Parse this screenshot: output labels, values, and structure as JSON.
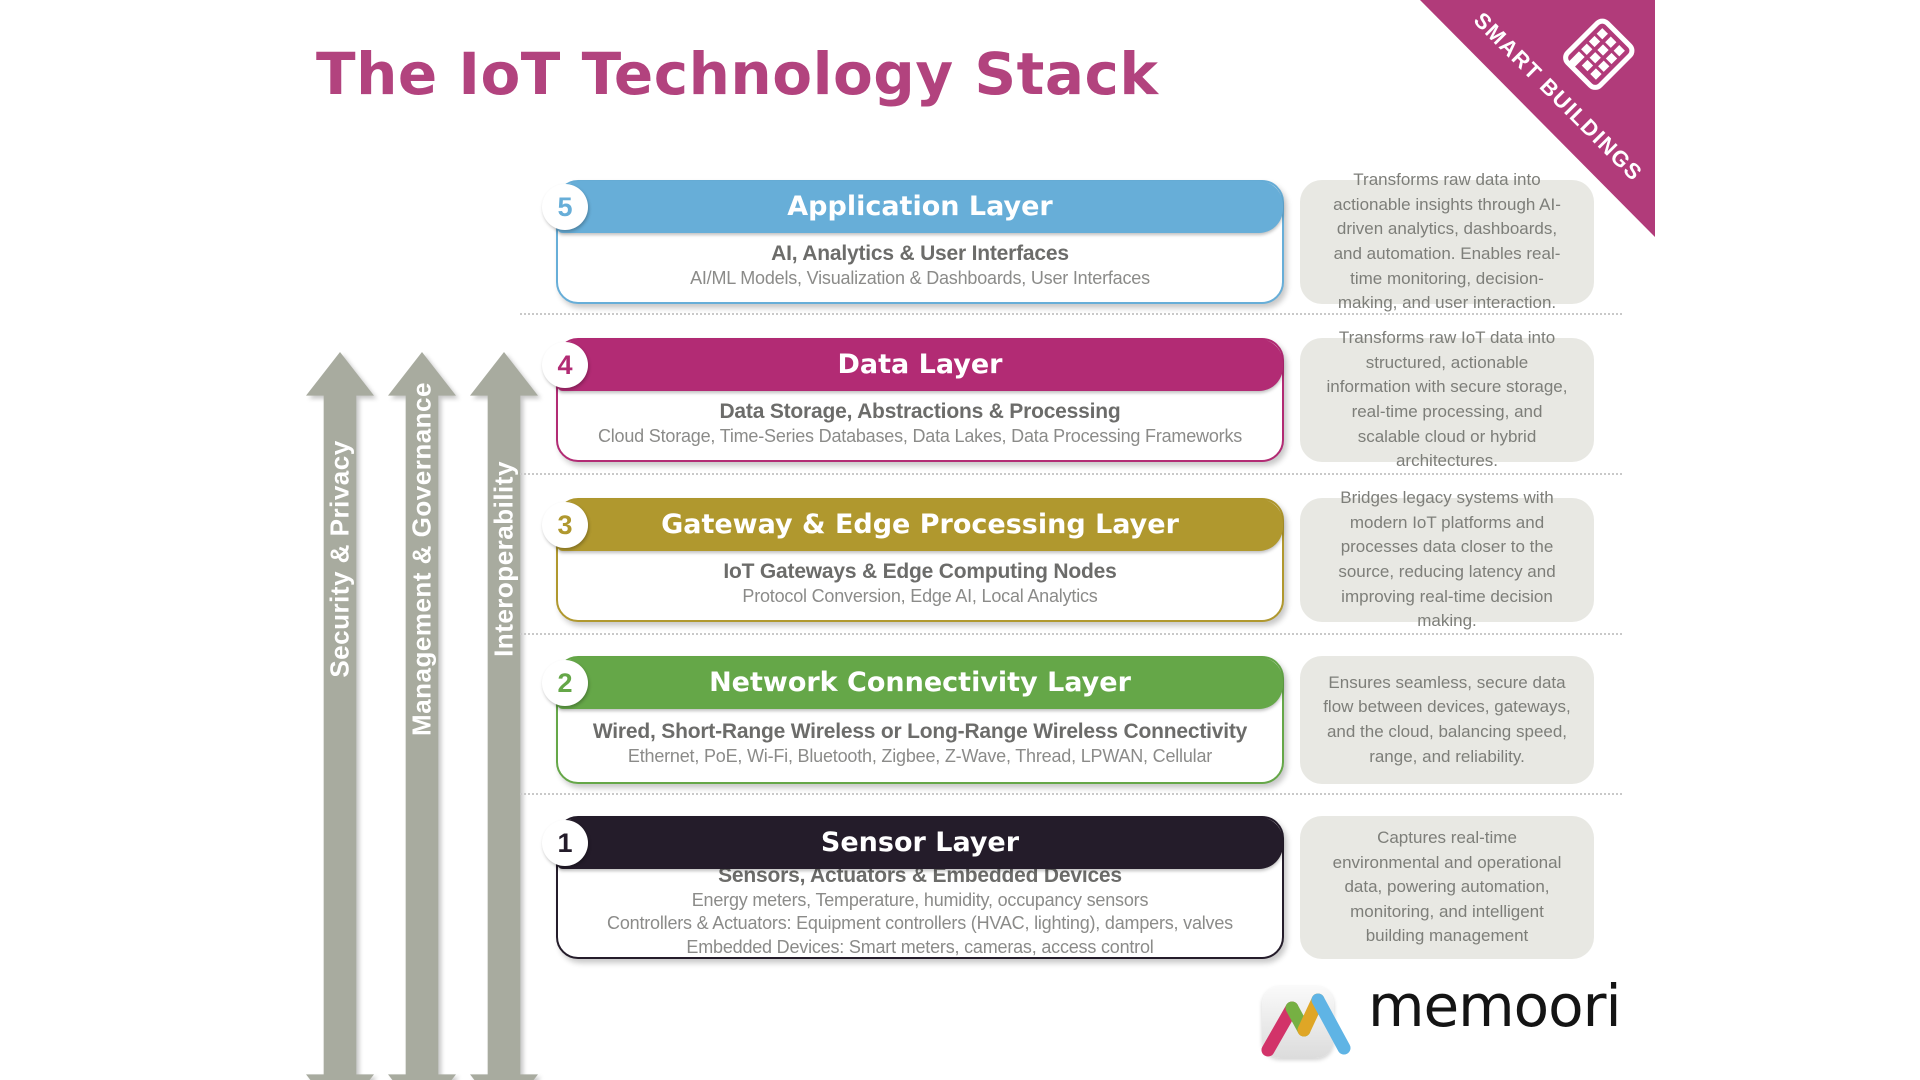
{
  "title": {
    "text": "The IoT Technology Stack",
    "color": "#b2437e"
  },
  "ribbon": {
    "label": "SMART BUILDINGS",
    "color": "#b13b7a"
  },
  "arrows": {
    "color": "#a8ab9f",
    "items": [
      {
        "label": "Security & Privacy"
      },
      {
        "label": "Management & Governance"
      },
      {
        "label": "Interoperability"
      }
    ]
  },
  "layers": [
    {
      "number": "5",
      "title": "Application Layer",
      "color": "#67aed8",
      "subtitle": "AI, Analytics & User Interfaces",
      "details": [
        "AI/ML Models, Visualization & Dashboards, User Interfaces"
      ],
      "description": "Transforms raw data into actionable insights through AI-driven analytics, dashboards, and automation. Enables real-time monitoring, decision-making, and user interaction."
    },
    {
      "number": "4",
      "title": "Data Layer",
      "color": "#b22b74",
      "subtitle": "Data Storage, Abstractions & Processing",
      "details": [
        "Cloud Storage, Time-Series Databases, Data Lakes, Data Processing Frameworks"
      ],
      "description": "Transforms raw IoT data into structured, actionable information with secure storage, real-time processing, and scalable cloud or hybrid architectures."
    },
    {
      "number": "3",
      "title": "Gateway & Edge Processing Layer",
      "color": "#b0982e",
      "subtitle": "IoT Gateways & Edge Computing Nodes",
      "details": [
        "Protocol Conversion, Edge AI, Local Analytics"
      ],
      "description": "Bridges legacy systems with modern IoT platforms and processes data closer to the source, reducing latency and improving real-time decision making."
    },
    {
      "number": "2",
      "title": "Network Connectivity Layer",
      "color": "#65a748",
      "subtitle": "Wired, Short-Range Wireless or Long-Range Wireless Connectivity",
      "details": [
        "Ethernet, PoE, Wi-Fi, Bluetooth, Zigbee, Z-Wave, Thread, LPWAN, Cellular"
      ],
      "description": "Ensures seamless, secure data flow between devices, gateways, and the cloud, balancing speed, range, and reliability."
    },
    {
      "number": "1",
      "title": "Sensor Layer",
      "color": "#241c2a",
      "subtitle": "Sensors, Actuators & Embedded Devices",
      "details": [
        "Energy meters, Temperature, humidity, occupancy sensors",
        "Controllers & Actuators: Equipment controllers (HVAC, lighting), dampers, valves",
        "Embedded Devices: Smart meters, cameras, access control"
      ],
      "description": "Captures real-time environmental and operational data, powering automation, monitoring, and intelligent building management"
    }
  ],
  "logo": {
    "text": "memoori",
    "colors": {
      "pink": "#d23369",
      "green": "#76b043",
      "yellow": "#dfa626",
      "blue": "#5fb4e5"
    }
  }
}
